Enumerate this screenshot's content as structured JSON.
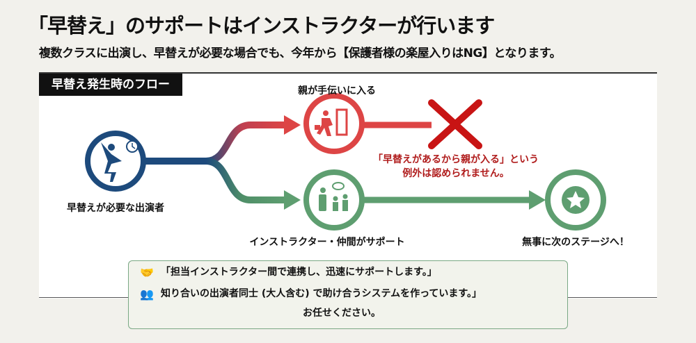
{
  "title": "「早替え」のサポートはインストラクターが行います",
  "subtitle": "複数クラスに出演し、早替えが必要な場合でも、今年から【保護者様の楽屋入りはNG】となります。",
  "flow": {
    "label": "早替え発生時のフロー",
    "performer": "早替えが必要な出演者",
    "parent_path": "親が手伝いに入る",
    "ng_text_line1": "「早替えがあるから親が入る」という",
    "ng_text_line2": "例外は認められません。",
    "support_path": "インストラクター・仲間がサポート",
    "result": "無事に次のステージへ！"
  },
  "note": {
    "line1": "「担当インストラクター間で連携し、迅速にサポートします。」",
    "line2": "知り合いの出演者同士 (大人含む) で助け合うシステムを作っています。」",
    "line3": "お任せください。"
  },
  "colors": {
    "blue": "#1d4a7c",
    "red": "#dd4545",
    "green": "#5e9e70",
    "ng": "#c81414"
  }
}
